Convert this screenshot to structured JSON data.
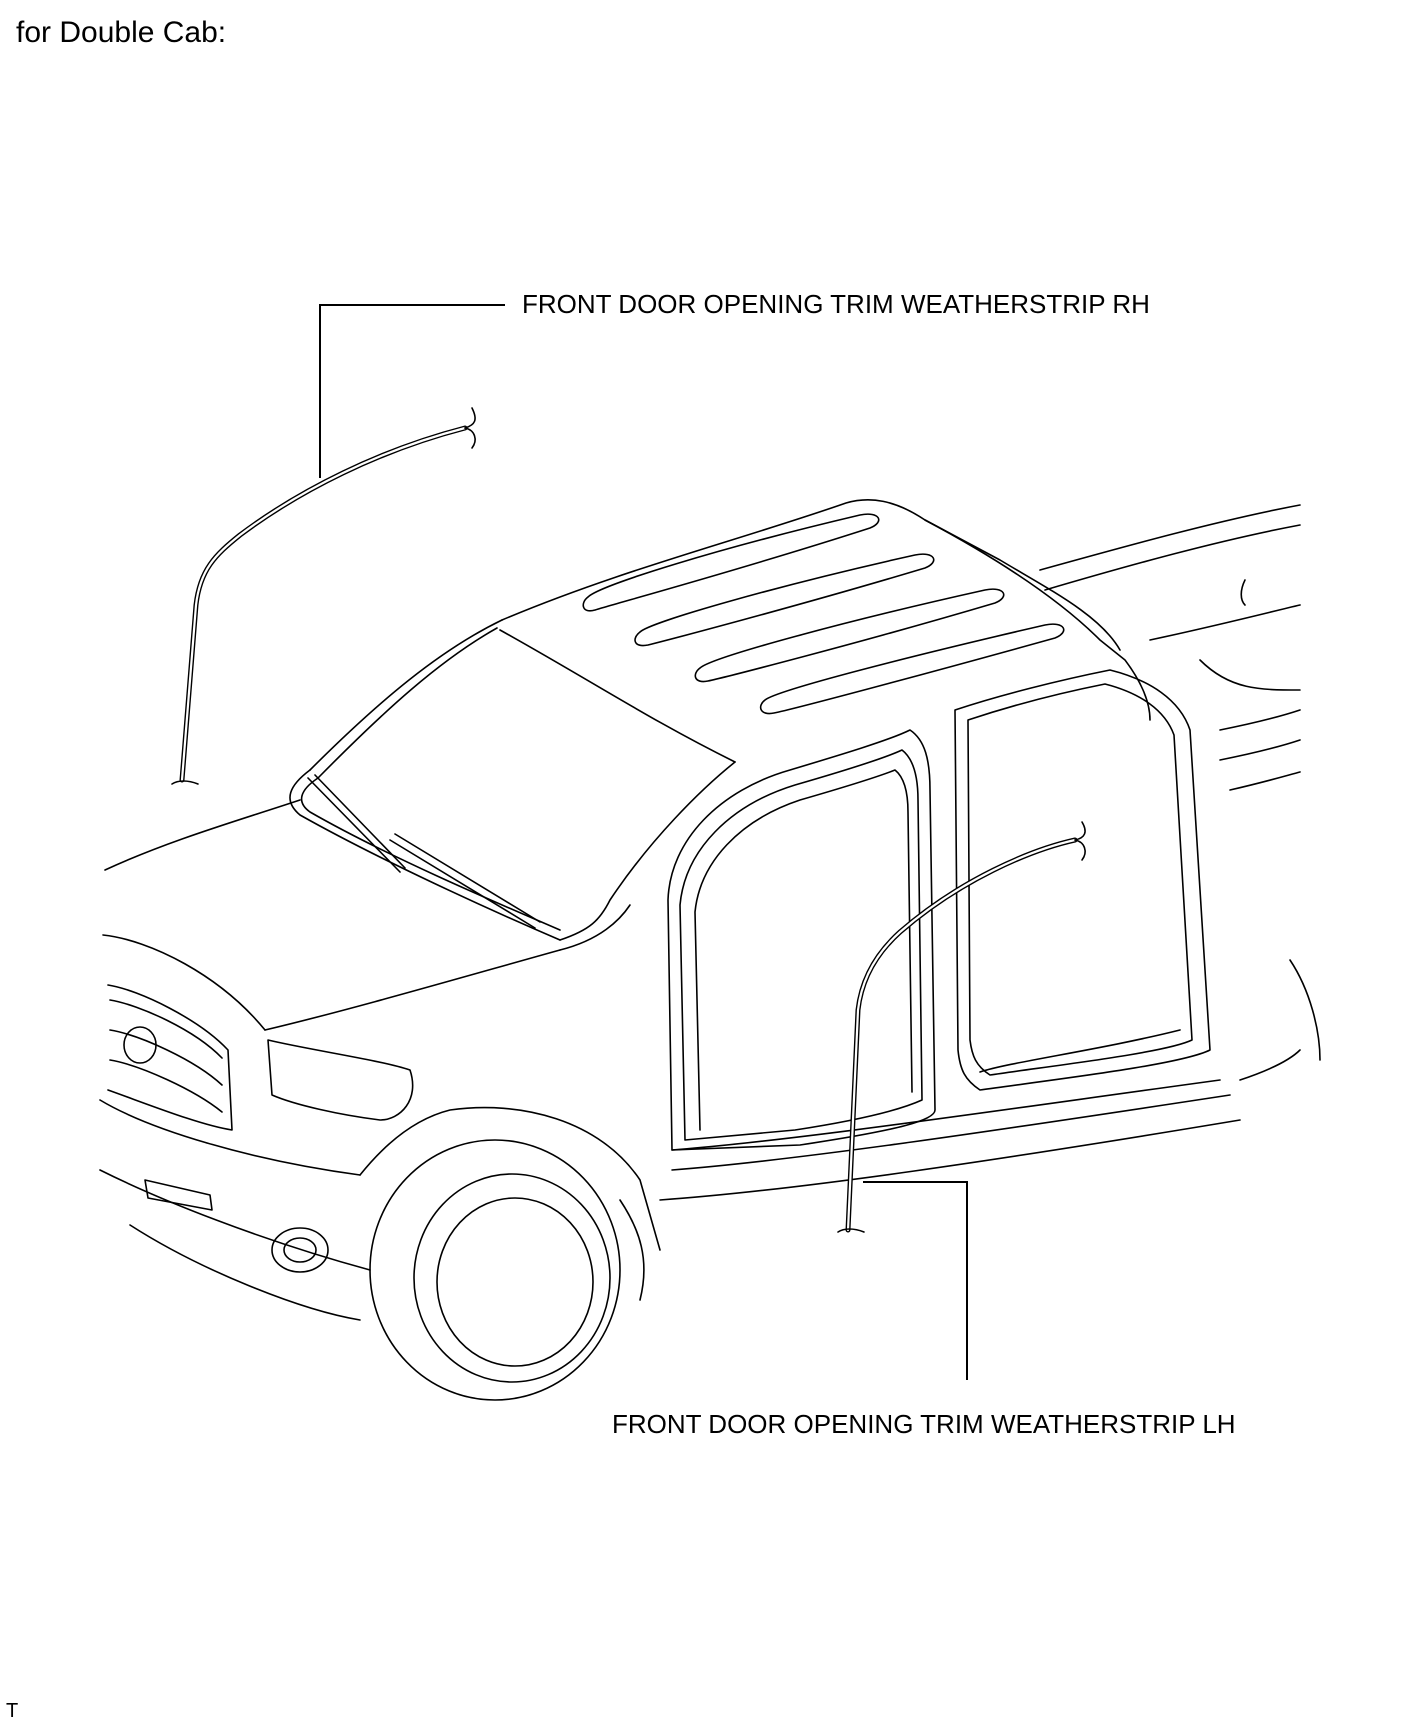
{
  "header": {
    "title": "for Double Cab:"
  },
  "callouts": {
    "rh": "FRONT DOOR OPENING TRIM WEATHERSTRIP RH",
    "lh": "FRONT DOOR OPENING TRIM WEATHERSTRIP LH"
  },
  "footer": {
    "mark": "T"
  }
}
